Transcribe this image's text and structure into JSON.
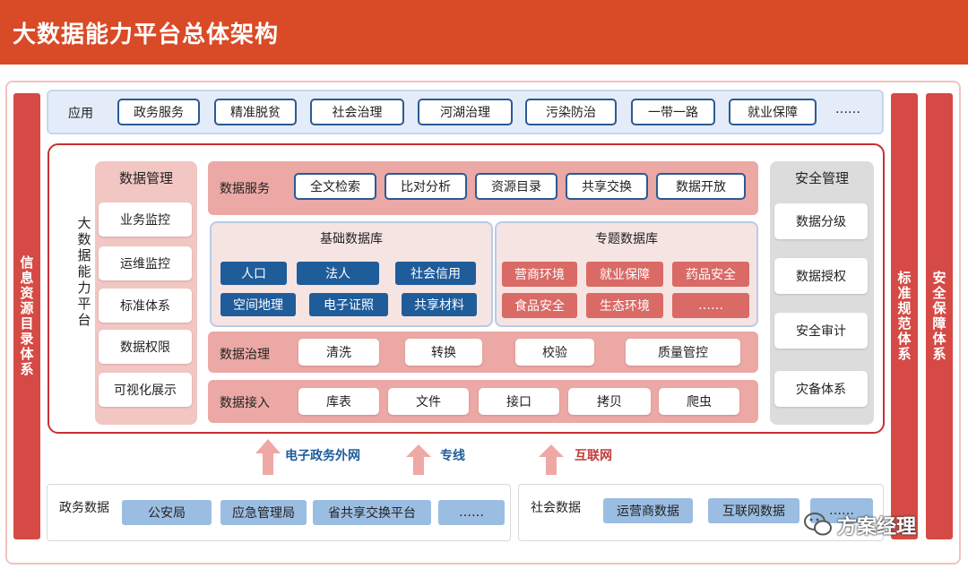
{
  "header": {
    "title": "大数据能力平台总体架构"
  },
  "left_bar": "信息资源目录体系",
  "right_bars": [
    "标准规范体系",
    "安全保障体系"
  ],
  "apps": {
    "label": "应用",
    "items": [
      "政务服务",
      "精准脱贫",
      "社会治理",
      "河湖治理",
      "污染防治",
      "一带一路",
      "就业保障"
    ],
    "more": "……"
  },
  "platform_label": "大数据能力平台",
  "data_management": {
    "title": "数据管理",
    "items": [
      "业务监控",
      "运维监控",
      "标准体系",
      "数据权限",
      "可视化展示"
    ]
  },
  "data_services": {
    "label": "数据服务",
    "items": [
      "全文检索",
      "比对分析",
      "资源目录",
      "共享交换",
      "数据开放"
    ]
  },
  "base_db": {
    "title": "基础数据库",
    "items": [
      "人口",
      "法人",
      "社会信用",
      "空间地理",
      "电子证照",
      "共享材料"
    ]
  },
  "topic_db": {
    "title": "专题数据库",
    "items": [
      "营商环境",
      "就业保障",
      "药品安全",
      "食品安全",
      "生态环境",
      "……"
    ]
  },
  "governance": {
    "label": "数据治理",
    "items": [
      "清洗",
      "转换",
      "校验",
      "质量管控"
    ]
  },
  "access": {
    "label": "数据接入",
    "items": [
      "库表",
      "文件",
      "接口",
      "拷贝",
      "爬虫"
    ]
  },
  "security": {
    "title": "安全管理",
    "items": [
      "数据分级",
      "数据授权",
      "安全审计",
      "灾备体系"
    ]
  },
  "networks": [
    "电子政务外网",
    "专线",
    "互联网"
  ],
  "gov_data": {
    "label": "政务数据",
    "items": [
      "公安局",
      "应急管理局",
      "省共享交换平台",
      "……"
    ]
  },
  "social_data": {
    "label": "社会数据",
    "items": [
      "运营商数据",
      "互联网数据",
      "……"
    ]
  },
  "watermark": "方案经理"
}
